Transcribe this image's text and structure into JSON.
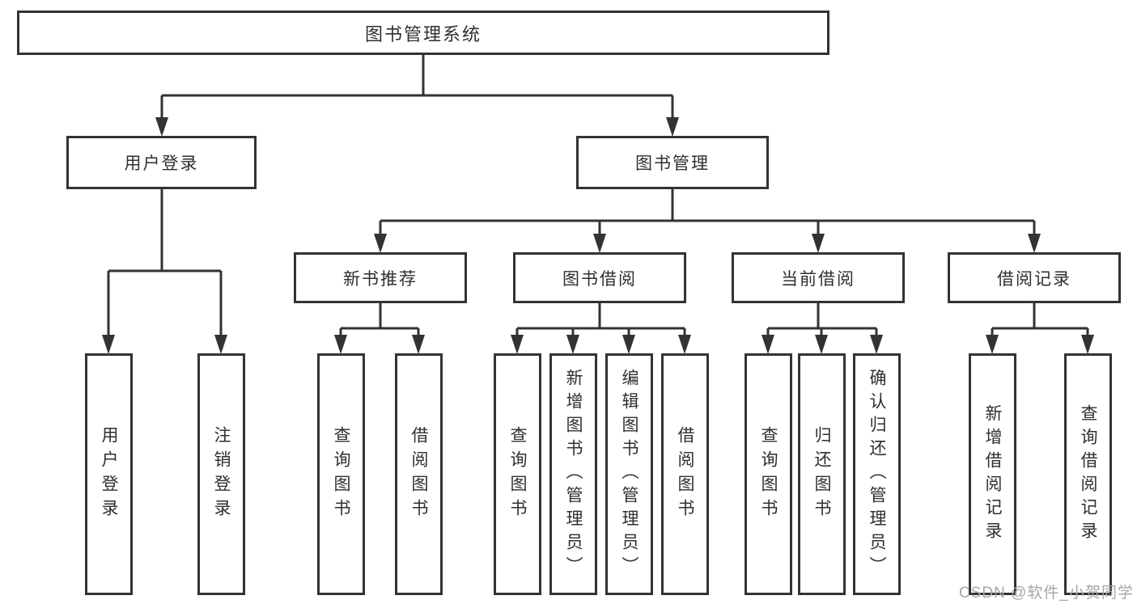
{
  "diagram": {
    "root": {
      "label": "图书管理系统"
    },
    "branches": [
      {
        "label": "用户登录",
        "children": [
          {
            "label": "用户登录"
          },
          {
            "label": "注销登录"
          }
        ]
      },
      {
        "label": "图书管理",
        "sections": [
          {
            "label": "新书推荐",
            "children": [
              {
                "label": "查询图书"
              },
              {
                "label": "借阅图书"
              }
            ]
          },
          {
            "label": "图书借阅",
            "children": [
              {
                "label": "查询图书"
              },
              {
                "label": "新增图书（管理员）"
              },
              {
                "label": "编辑图书（管理员）"
              },
              {
                "label": "借阅图书"
              }
            ]
          },
          {
            "label": "当前借阅",
            "children": [
              {
                "label": "查询图书"
              },
              {
                "label": "归还图书"
              },
              {
                "label": "确认归还（管理员）"
              }
            ]
          },
          {
            "label": "借阅记录",
            "children": [
              {
                "label": "新增借阅记录"
              },
              {
                "label": "查询借阅记录"
              }
            ]
          }
        ]
      }
    ]
  },
  "watermark": {
    "text": "CSDN @软件_小贺同学"
  },
  "colors": {
    "line": "#333333",
    "text": "#2f2f2f",
    "background": "#ffffff",
    "watermark": "#a6a6a6"
  }
}
